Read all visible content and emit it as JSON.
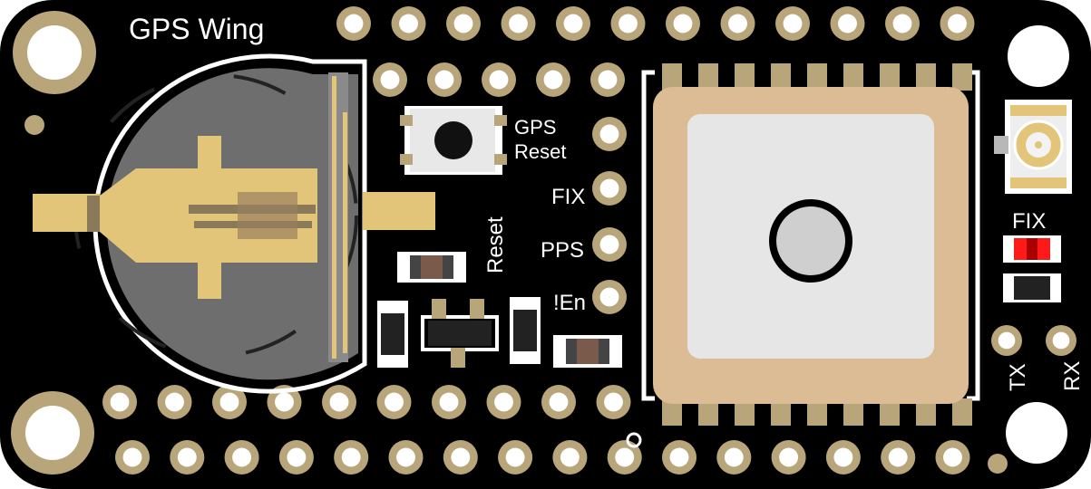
{
  "title": "GPS Wing",
  "labels": {
    "gps_reset_line1": "GPS",
    "gps_reset_line2": "Reset",
    "fix": "FIX",
    "pps": "PPS",
    "enable": "!En",
    "reset": "Reset",
    "fix_led": "FIX",
    "tx": "TX",
    "rx": "RX"
  },
  "colors": {
    "board": "#000000",
    "silkscreen": "#ffffff",
    "pad_gold": "#b8a57a",
    "pad_hole": "#ffffff",
    "battery_gray": "#6e6e6e",
    "battery_clip": "#e3c57a",
    "antenna_ceramic": "#dcbc95",
    "antenna_patch": "#e6e6e6",
    "fix_led_red": "#ff1a1a",
    "resistor_brown": "#7a5a4a"
  },
  "icons": [
    "coin-cell-battery",
    "reset-button",
    "ceramic-patch-antenna",
    "ufl-connector",
    "fix-led",
    "mounting-hole"
  ]
}
